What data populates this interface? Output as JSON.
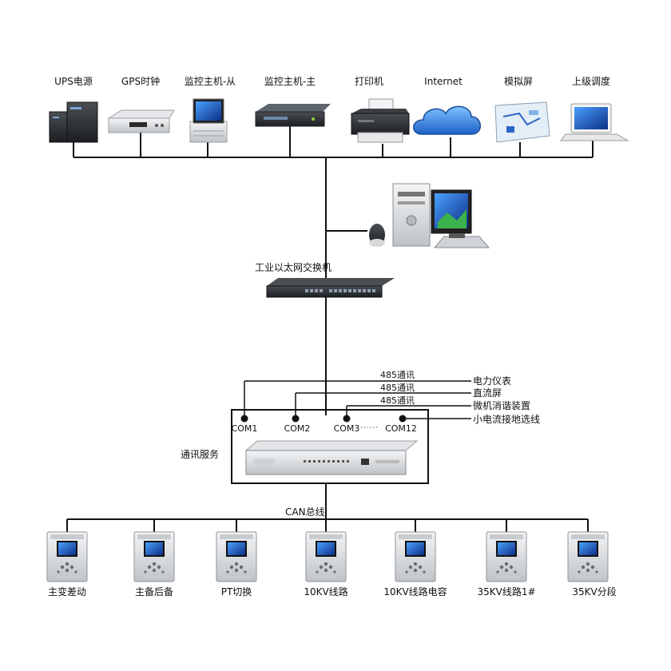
{
  "top_devices": [
    {
      "label": "UPS电源",
      "icon": "ups-icon"
    },
    {
      "label": "GPS时钟",
      "icon": "gps-clock-icon"
    },
    {
      "label": "监控主机-从",
      "icon": "server-slave-icon"
    },
    {
      "label": "监控主机-主",
      "icon": "server-master-icon"
    },
    {
      "label": "打印机",
      "icon": "printer-icon"
    },
    {
      "label": "Internet",
      "icon": "cloud-icon"
    },
    {
      "label": "模拟屏",
      "icon": "mimic-panel-icon"
    },
    {
      "label": "上级调度",
      "icon": "laptop-icon"
    }
  ],
  "workstation": {
    "icon": "workstation-pc-icon"
  },
  "switch": {
    "label": "工业以太网交换机",
    "icon": "ethernet-switch-icon"
  },
  "comm_server": {
    "label": "通讯服务",
    "icon": "comm-server-icon",
    "ports": [
      "COM1",
      "COM2",
      "COM3",
      "COM12"
    ],
    "ellipsis": "······"
  },
  "serial_links": [
    {
      "protocol": "485通讯",
      "target": "电力仪表"
    },
    {
      "protocol": "485通讯",
      "target": "直流屏"
    },
    {
      "protocol": "485通讯",
      "target": "微机消谐装置"
    },
    {
      "protocol": "",
      "target": "小电流接地选线"
    }
  ],
  "can_bus": {
    "label": "CAN总线"
  },
  "bottom_devices": [
    {
      "label": "主变差动",
      "icon": "relay-protection-icon"
    },
    {
      "label": "主备后备",
      "icon": "relay-protection-icon"
    },
    {
      "label": "PT切换",
      "icon": "relay-protection-icon"
    },
    {
      "label": "10KV线路",
      "icon": "relay-protection-icon"
    },
    {
      "label": "10KV线路电容",
      "icon": "relay-protection-icon"
    },
    {
      "label": "35KV线路1#",
      "icon": "relay-protection-icon"
    },
    {
      "label": "35KV分段",
      "icon": "relay-protection-icon"
    }
  ],
  "colors": {
    "line": "#111111",
    "device_gray": "#d9dcdf",
    "screen_blue": "#1f4fb5",
    "cloud_blue": "#2f7fe0"
  }
}
